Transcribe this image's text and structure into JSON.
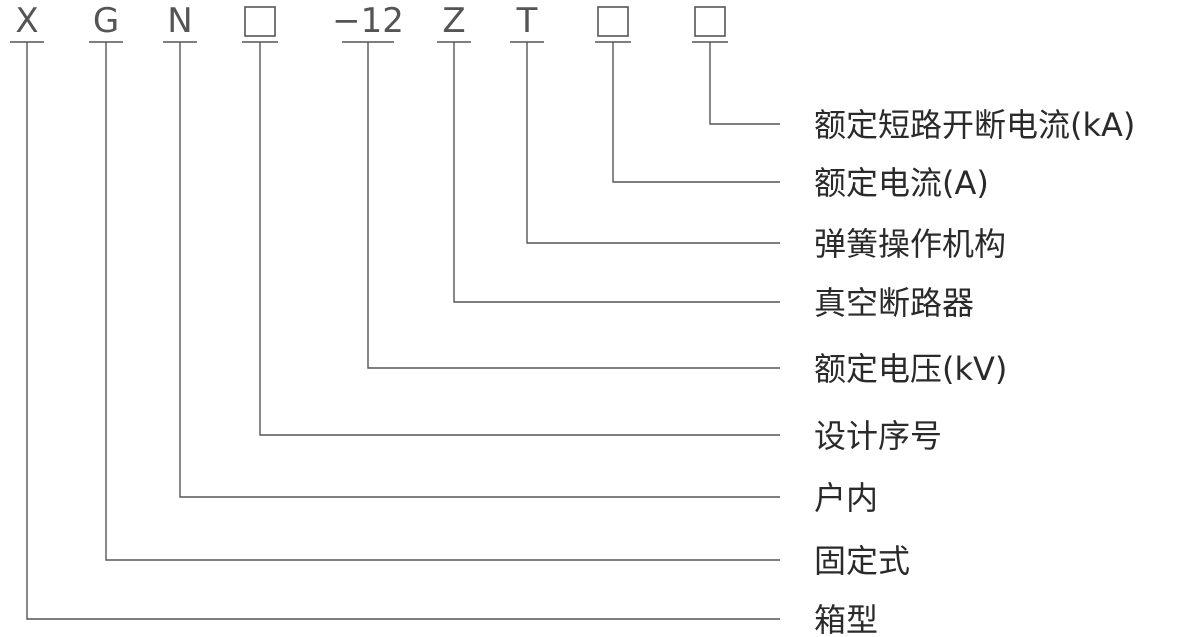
{
  "code_parts": [
    {
      "text": "X",
      "kind": "char"
    },
    {
      "text": "G",
      "kind": "char"
    },
    {
      "text": "N",
      "kind": "char"
    },
    {
      "text": "",
      "kind": "box"
    },
    {
      "text": "−12",
      "kind": "char"
    },
    {
      "text": "Z",
      "kind": "char"
    },
    {
      "text": "T",
      "kind": "char"
    },
    {
      "text": "",
      "kind": "box"
    },
    {
      "text": "",
      "kind": "box"
    }
  ],
  "labels": [
    "额定短路开断电流(kA)",
    "额定电流(A)",
    "弹簧操作机构",
    "真空断路器",
    "额定电压(kV)",
    "设计序号",
    "户内",
    "固定式",
    "箱型"
  ],
  "label_to_part": [
    8,
    7,
    6,
    5,
    4,
    3,
    2,
    1,
    0
  ],
  "colors": {
    "line": "#555555",
    "text": "#2a2a2a"
  }
}
